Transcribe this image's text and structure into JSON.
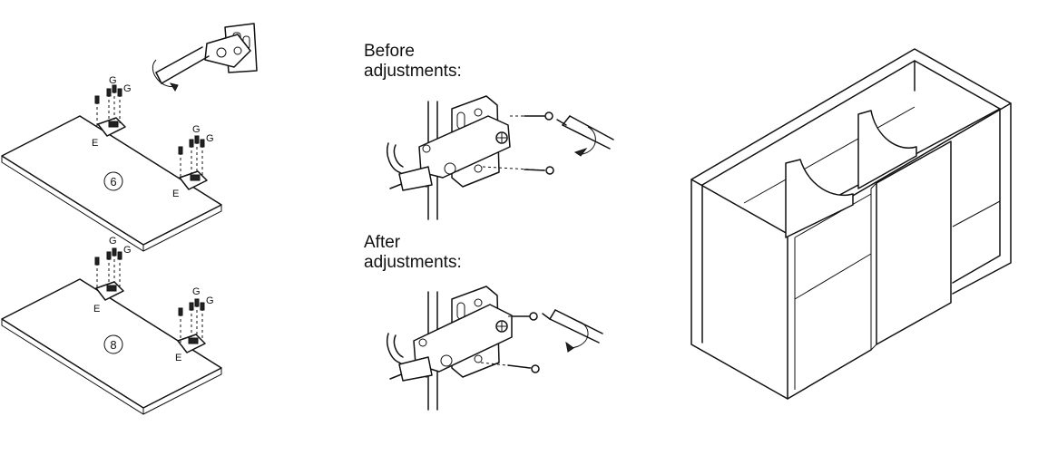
{
  "steps": {
    "step_a": {
      "number": "6",
      "hinge_label_e": "E",
      "screw_label_g": "G"
    },
    "step_b": {
      "number": "8",
      "hinge_label_e": "E",
      "screw_label_g": "G"
    }
  },
  "before_heading": {
    "line1": "Before",
    "line2": "adjustments:"
  },
  "after_heading": {
    "line1": "After",
    "line2": "adjustments:"
  },
  "colors": {
    "ink": "#111111",
    "paper": "#ffffff"
  },
  "icons": [
    "screwdriver-icon",
    "rotate-arrow-icon",
    "hinge-icon",
    "screw-icon"
  ]
}
